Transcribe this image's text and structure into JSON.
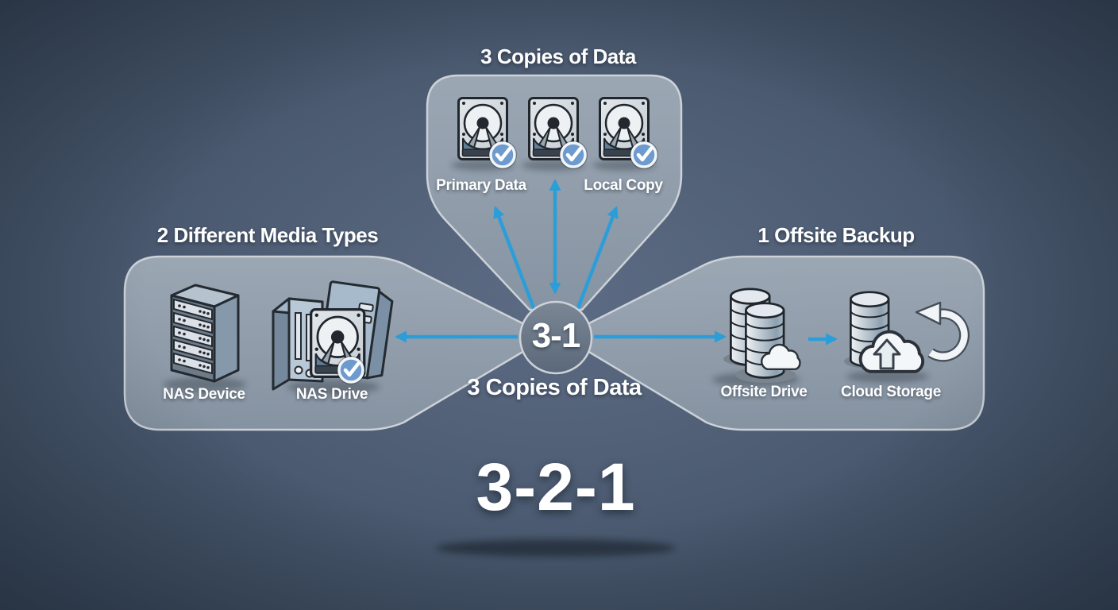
{
  "scene": {
    "rule_number": "3-2-1",
    "center": {
      "node": "3-1",
      "caption": "3 Copies of Data"
    },
    "groups": {
      "copies": {
        "heading": "3 Copies of Data",
        "labels": {
          "primary": "Primary Data",
          "local": "Local Copy"
        },
        "icons": [
          "hard-drive-check-icon",
          "hard-drive-check-icon",
          "hard-drive-check-icon"
        ]
      },
      "media": {
        "heading": "2 Different Media Types",
        "labels": {
          "nas_device": "NAS Device",
          "nas_drive": "NAS Drive"
        },
        "icons": [
          "server-rack-icon",
          "nas-enclosure-check-icon"
        ]
      },
      "offsite": {
        "heading": "1 Offsite Backup",
        "labels": {
          "offsite_drive": "Offsite Drive",
          "cloud_storage": "Cloud Storage"
        },
        "icons": [
          "disk-stack-cloud-icon",
          "cloud-upload-icon",
          "sync-arrow-icon"
        ]
      }
    },
    "colors": {
      "background": "#4b5a70",
      "panel": "#94a0ad",
      "panel_border": "#ccd2d8",
      "arrow": "#2b9ed9",
      "badge": "#6d9bce",
      "text": "#ffffff"
    }
  }
}
